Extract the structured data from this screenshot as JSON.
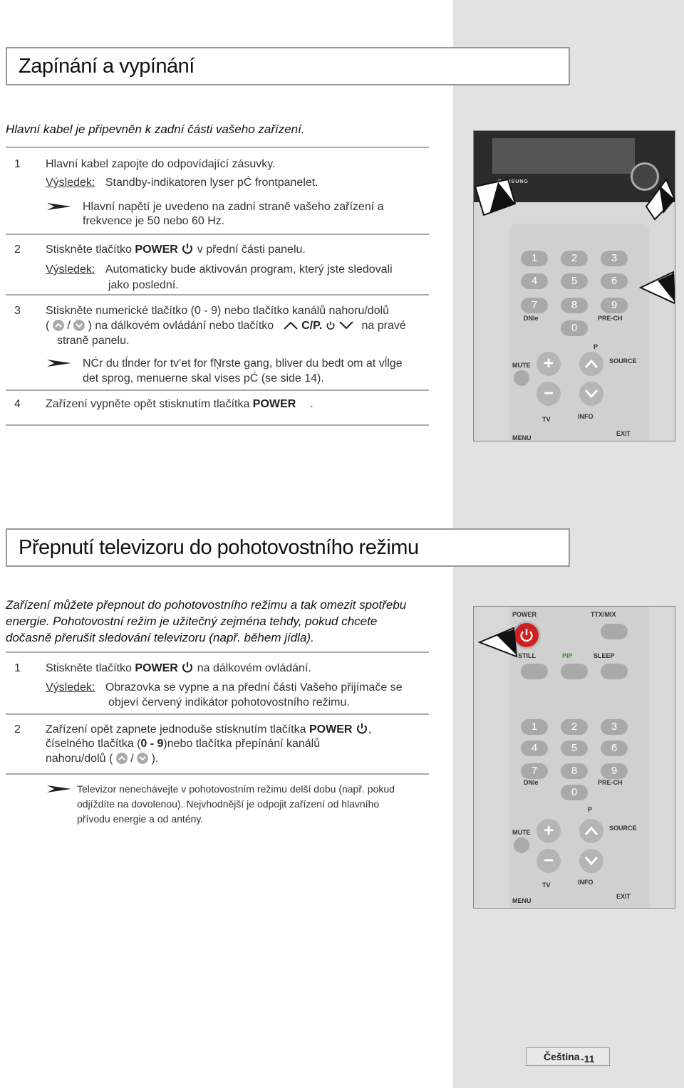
{
  "section1": {
    "title": "Zapínání a vypínání",
    "intro": "Hlavní kabel je připevněn k zadní části vašeho zařízení.",
    "step1": {
      "num": "1",
      "text": "Hlavní kabel zapojte do odpovídající zásuvky.",
      "result_label": "Výsledek:",
      "result_text": "Standby-indikatoren lyser pĆ frontpanelet.",
      "note_line1": "Hlavní napětí je uvedeno na zadní straně vašeho zařízení a",
      "note_line2": "frekvence je 50 nebo 60 Hz."
    },
    "step2": {
      "num": "2",
      "text_before": "Stiskněte tlačítko ",
      "bold": "POWER",
      "text_after": " v přední části panelu.",
      "result_label": "Výsledek:",
      "result_line1": "Automaticky bude aktivován program, který jste sledovali",
      "result_line2": "jako poslední."
    },
    "step3": {
      "num": "3",
      "line1": "Stiskněte numerické tlačítko (0 - 9) nebo tlačítko kanálů nahoru/dolů",
      "line2_a": "(",
      "line2_slash": "/",
      "line2_b": ") na dálkovém ovládání nebo tlačítko",
      "line2_btn": "C/P.",
      "line2_c": "na pravé",
      "line3": "straně panelu.",
      "note_line1": "NĆr du tĺnder for tv'et for fŅrste gang, bliver du bedt om at vĺlge",
      "note_line2": "det sprog, menuerne skal vises pĆ (se side 14)."
    },
    "step4": {
      "num": "4",
      "text_before": "Zařízení vypněte opět stisknutím tlačítka ",
      "bold": "POWER",
      "text_after": "."
    }
  },
  "section2": {
    "title": "Přepnutí televizoru do pohotovostního režimu",
    "intro_line1": "Zařízení můžete přepnout do pohotovostního režimu a tak omezit spotřebu",
    "intro_line2": "energie. Pohotovostní režim je užitečný zejména tehdy, pokud chcete",
    "intro_line3": "dočasně přerušit sledování televizoru (např. během jídla).",
    "step1": {
      "num": "1",
      "text_before": "Stiskněte tlačítko ",
      "bold": "POWER",
      "text_after": " na dálkovém ovládání.",
      "result_label": "Výsledek:",
      "result_line1": "Obrazovka se vypne a na přední části Vašeho přijímače se",
      "result_line2": "objeví červený indikátor pohotovostního režimu."
    },
    "step2": {
      "num": "2",
      "text_before": "Zařízení opět zapnete jednoduše stisknutím tlačítka ",
      "bold": "POWER",
      "text_after": ",",
      "line2_before": "číselného tlačítka (",
      "line2_bold": "0 - 9",
      "line2_after": ")nebo tlačítka přepínání kanálů",
      "line3_a": "nahoru/dolů (",
      "line3_slash": "/",
      "line3_b": ")."
    },
    "note_line1": "Televizor nenechávejte v pohotovostním režimu delší dobu (např. pokud",
    "note_line2": "odjíždíte na dovolenou). Nejvhodnější je odpojit zařízení od hlavního",
    "note_line3": "přívodu energie a od antény."
  },
  "illustration1": {
    "brand": "SAMSUNG",
    "labels": [
      "DNIe",
      "PRE-CH",
      "MUTE",
      "SOURCE",
      "TV",
      "INFO",
      "MENU",
      "EXIT",
      "P"
    ],
    "digits": [
      "1",
      "2",
      "3",
      "4",
      "5",
      "6",
      "7",
      "8",
      "9",
      "0"
    ]
  },
  "illustration2": {
    "top_labels": [
      "POWER",
      "TTX/MIX",
      "STILL",
      "PIP",
      "SLEEP"
    ],
    "labels": [
      "DNIe",
      "PRE-CH",
      "MUTE",
      "SOURCE",
      "TV",
      "INFO",
      "MENU",
      "EXIT",
      "P"
    ],
    "digits": [
      "1",
      "2",
      "3",
      "4",
      "5",
      "6",
      "7",
      "8",
      "9",
      "0"
    ]
  },
  "footer": {
    "lang": "Čeština",
    "page": "-11"
  },
  "colors": {
    "sidebar": "#e2e2e2",
    "power_button": "#cc2222",
    "pip_label": "#2a9a2a"
  }
}
